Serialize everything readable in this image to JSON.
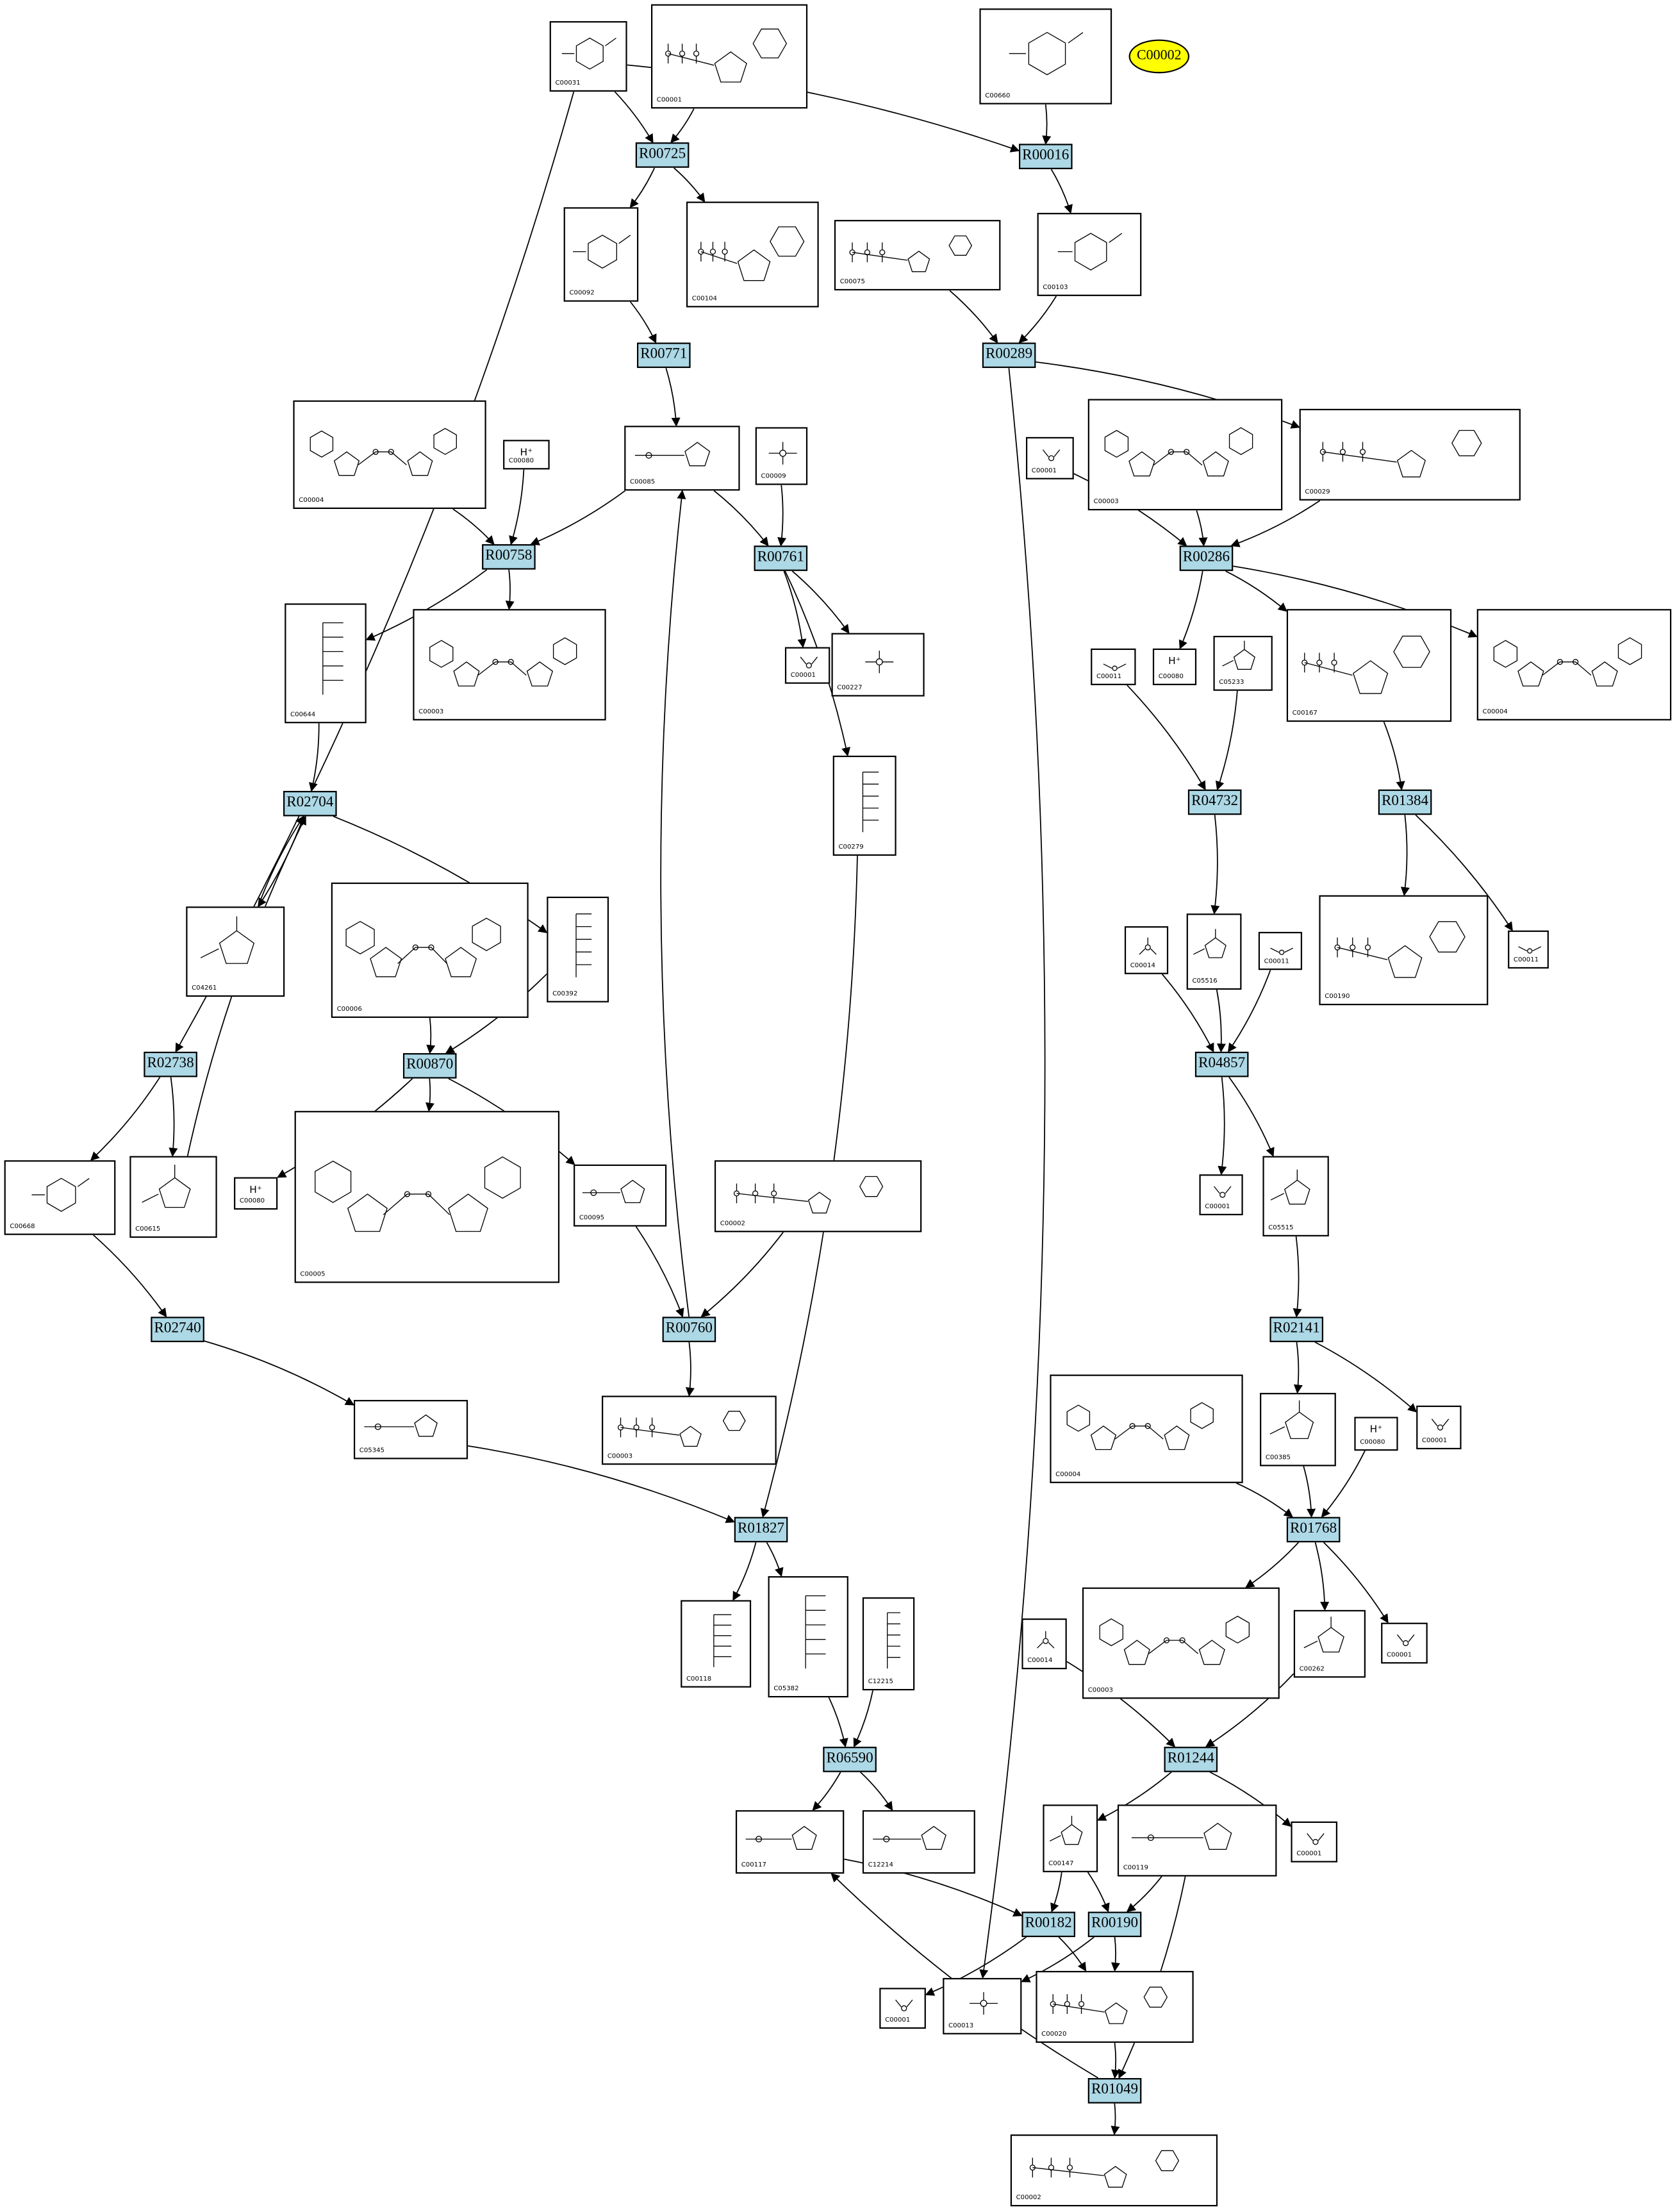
{
  "colors": {
    "reaction_fill": "#add8e6",
    "highlight_fill": "#ffff00",
    "edge": "#000000",
    "background": "#ffffff"
  },
  "highlight": {
    "label": "C00002"
  },
  "reactions": [
    {
      "id": "R00725",
      "label": "R00725"
    },
    {
      "id": "R00016",
      "label": "R00016"
    },
    {
      "id": "R00771",
      "label": "R00771"
    },
    {
      "id": "R00289",
      "label": "R00289"
    },
    {
      "id": "R00758",
      "label": "R00758"
    },
    {
      "id": "R00761",
      "label": "R00761"
    },
    {
      "id": "R00286",
      "label": "R00286"
    },
    {
      "id": "R04732",
      "label": "R04732"
    },
    {
      "id": "R01384",
      "label": "R01384"
    },
    {
      "id": "R02704",
      "label": "R02704"
    },
    {
      "id": "R02738",
      "label": "R02738"
    },
    {
      "id": "R00870",
      "label": "R00870"
    },
    {
      "id": "R04857",
      "label": "R04857"
    },
    {
      "id": "R02740",
      "label": "R02740"
    },
    {
      "id": "R00760",
      "label": "R00760"
    },
    {
      "id": "R02141",
      "label": "R02141"
    },
    {
      "id": "R01827",
      "label": "R01827"
    },
    {
      "id": "R01768",
      "label": "R01768"
    },
    {
      "id": "R06590",
      "label": "R06590"
    },
    {
      "id": "R01244",
      "label": "R01244"
    },
    {
      "id": "R00182",
      "label": "R00182"
    },
    {
      "id": "R00190",
      "label": "R00190"
    },
    {
      "id": "R01049",
      "label": "R01049"
    }
  ],
  "compounds": [
    {
      "id": "c00031",
      "label": "C00031",
      "kind": "hexose"
    },
    {
      "id": "c00001a",
      "label": "C00001",
      "kind": "nucleotide"
    },
    {
      "id": "c00660",
      "label": "C00660",
      "kind": "hexose"
    },
    {
      "id": "c00092",
      "label": "C00092",
      "kind": "hexose"
    },
    {
      "id": "c00104",
      "label": "C00104",
      "kind": "nucleotide"
    },
    {
      "id": "c00075",
      "label": "C00075",
      "kind": "nucleotide"
    },
    {
      "id": "c00103",
      "label": "C00103",
      "kind": "hexose"
    },
    {
      "id": "c00004a",
      "label": "C00004",
      "kind": "dinucleotide"
    },
    {
      "id": "c00080a",
      "label": "C00080",
      "kind": "proton",
      "tag": "H⁺"
    },
    {
      "id": "c00085",
      "label": "C00085",
      "kind": "pentose"
    },
    {
      "id": "c00009",
      "label": "C00009",
      "kind": "phosphate"
    },
    {
      "id": "c00001b",
      "label": "C00001",
      "kind": "water"
    },
    {
      "id": "c00003a",
      "label": "C00003",
      "kind": "dinucleotide"
    },
    {
      "id": "c00029",
      "label": "C00029",
      "kind": "nucleotide"
    },
    {
      "id": "c00644",
      "label": "C00644",
      "kind": "chain"
    },
    {
      "id": "c00003b",
      "label": "C00003",
      "kind": "dinucleotide"
    },
    {
      "id": "c00001c",
      "label": "C00001",
      "kind": "water"
    },
    {
      "id": "c00227",
      "label": "C00227",
      "kind": "phosphate"
    },
    {
      "id": "c00011a",
      "label": "C00011",
      "kind": "co2"
    },
    {
      "id": "c00080b",
      "label": "C00080",
      "kind": "proton",
      "tag": "H⁺"
    },
    {
      "id": "c05233",
      "label": "C05233",
      "kind": "ring"
    },
    {
      "id": "c00167",
      "label": "C00167",
      "kind": "nucleotide"
    },
    {
      "id": "c00004b",
      "label": "C00004",
      "kind": "dinucleotide"
    },
    {
      "id": "c00279",
      "label": "C00279",
      "kind": "chain"
    },
    {
      "id": "c04261",
      "label": "C04261",
      "kind": "ring"
    },
    {
      "id": "c00006",
      "label": "C00006",
      "kind": "dinucleotide"
    },
    {
      "id": "c00392",
      "label": "C00392",
      "kind": "chain"
    },
    {
      "id": "c00190",
      "label": "C00190",
      "kind": "nucleotide"
    },
    {
      "id": "c00011b",
      "label": "C00011",
      "kind": "co2"
    },
    {
      "id": "c00014a",
      "label": "C00014",
      "kind": "ammonia"
    },
    {
      "id": "c05516",
      "label": "C05516",
      "kind": "ring"
    },
    {
      "id": "c00011c",
      "label": "C00011",
      "kind": "co2"
    },
    {
      "id": "c00668",
      "label": "C00668",
      "kind": "hexose"
    },
    {
      "id": "c00615",
      "label": "C00615",
      "kind": "ring"
    },
    {
      "id": "c00080c",
      "label": "C00080",
      "kind": "proton",
      "tag": "H⁺"
    },
    {
      "id": "c00005",
      "label": "C00005",
      "kind": "dinucleotide"
    },
    {
      "id": "c00095",
      "label": "C00095",
      "kind": "pentose"
    },
    {
      "id": "c00002a",
      "label": "C00002",
      "kind": "nucleotide"
    },
    {
      "id": "c00001d",
      "label": "C00001",
      "kind": "water"
    },
    {
      "id": "c05515",
      "label": "C05515",
      "kind": "ring"
    },
    {
      "id": "c05345",
      "label": "C05345",
      "kind": "pentose"
    },
    {
      "id": "c00003c",
      "label": "C00003",
      "kind": "nucleotide"
    },
    {
      "id": "c00004c",
      "label": "C00004",
      "kind": "dinucleotide"
    },
    {
      "id": "c00385",
      "label": "C00385",
      "kind": "ring"
    },
    {
      "id": "c00080d",
      "label": "C00080",
      "kind": "proton",
      "tag": "H⁺"
    },
    {
      "id": "c00001e",
      "label": "C00001",
      "kind": "water"
    },
    {
      "id": "c00118",
      "label": "C00118",
      "kind": "chain"
    },
    {
      "id": "c05382",
      "label": "C05382",
      "kind": "chain"
    },
    {
      "id": "c12215",
      "label": "C12215",
      "kind": "chain"
    },
    {
      "id": "c00014b",
      "label": "C00014",
      "kind": "ammonia"
    },
    {
      "id": "c00003d",
      "label": "C00003",
      "kind": "dinucleotide"
    },
    {
      "id": "c00262",
      "label": "C00262",
      "kind": "ring"
    },
    {
      "id": "c00001f",
      "label": "C00001",
      "kind": "water"
    },
    {
      "id": "c00117",
      "label": "C00117",
      "kind": "pentose"
    },
    {
      "id": "c12214",
      "label": "C12214",
      "kind": "pentose"
    },
    {
      "id": "c00147",
      "label": "C00147",
      "kind": "ring"
    },
    {
      "id": "c00119",
      "label": "C00119",
      "kind": "pentose"
    },
    {
      "id": "c00001g",
      "label": "C00001",
      "kind": "water"
    },
    {
      "id": "c00001h",
      "label": "C00001",
      "kind": "water"
    },
    {
      "id": "c00013",
      "label": "C00013",
      "kind": "phosphate"
    },
    {
      "id": "c00020",
      "label": "C00020",
      "kind": "nucleotide"
    },
    {
      "id": "c00002b",
      "label": "C00002",
      "kind": "nucleotide"
    }
  ],
  "edges": [
    [
      "c00031",
      "R00725"
    ],
    [
      "c00031",
      "R00016"
    ],
    [
      "c00031",
      "R02738"
    ],
    [
      "c00001a",
      "R00725"
    ],
    [
      "R00725",
      "c00092"
    ],
    [
      "R00725",
      "c00104"
    ],
    [
      "c00660",
      "R00016"
    ],
    [
      "R00016",
      "c00103"
    ],
    [
      "c00092",
      "R00771"
    ],
    [
      "R00771",
      "c00085"
    ],
    [
      "c00075",
      "R00289"
    ],
    [
      "c00103",
      "R00289"
    ],
    [
      "R00289",
      "c00029"
    ],
    [
      "R00289",
      "c00013"
    ],
    [
      "c00004a",
      "R00758"
    ],
    [
      "c00080a",
      "R00758"
    ],
    [
      "c00085",
      "R00758"
    ],
    [
      "R00758",
      "c00644"
    ],
    [
      "R00758",
      "c00003b"
    ],
    [
      "c00085",
      "R00761"
    ],
    [
      "c00009",
      "R00761"
    ],
    [
      "R00761",
      "c00001c"
    ],
    [
      "R00761",
      "c00227"
    ],
    [
      "R00761",
      "c00279"
    ],
    [
      "c00001b",
      "R00286"
    ],
    [
      "c00003a",
      "R00286"
    ],
    [
      "c00029",
      "R00286"
    ],
    [
      "R00286",
      "c00080b"
    ],
    [
      "R00286",
      "c00167"
    ],
    [
      "R00286",
      "c00004b"
    ],
    [
      "c00011a",
      "R04732"
    ],
    [
      "c05233",
      "R04732"
    ],
    [
      "R04732",
      "c05516"
    ],
    [
      "c00167",
      "R01384"
    ],
    [
      "R01384",
      "c00190"
    ],
    [
      "R01384",
      "c00011b"
    ],
    [
      "c00644",
      "R02704"
    ],
    [
      "c04261",
      "R02704"
    ],
    [
      "R02704",
      "c00392"
    ],
    [
      "R02704",
      "c04261"
    ],
    [
      "c00615",
      "R02704"
    ],
    [
      "R02738",
      "c00668"
    ],
    [
      "R02738",
      "c00615"
    ],
    [
      "c00006",
      "R00870"
    ],
    [
      "c00392",
      "R00870"
    ],
    [
      "R00870",
      "c00080c"
    ],
    [
      "R00870",
      "c00005"
    ],
    [
      "R00870",
      "c00095"
    ],
    [
      "c00014a",
      "R04857"
    ],
    [
      "c05516",
      "R04857"
    ],
    [
      "c00011c",
      "R04857"
    ],
    [
      "R04857",
      "c00001d"
    ],
    [
      "R04857",
      "c05515"
    ],
    [
      "c00668",
      "R02740"
    ],
    [
      "R02740",
      "c05345"
    ],
    [
      "c00095",
      "R00760"
    ],
    [
      "c00002a",
      "R00760"
    ],
    [
      "R00760",
      "c00085"
    ],
    [
      "R00760",
      "c00003c"
    ],
    [
      "c05515",
      "R02141"
    ],
    [
      "R02141",
      "c00385"
    ],
    [
      "R02141",
      "c00001e"
    ],
    [
      "c05345",
      "R01827"
    ],
    [
      "c00279",
      "R01827"
    ],
    [
      "R01827",
      "c00118"
    ],
    [
      "R01827",
      "c05382"
    ],
    [
      "c00004c",
      "R01768"
    ],
    [
      "c00385",
      "R01768"
    ],
    [
      "c00080d",
      "R01768"
    ],
    [
      "R01768",
      "c00003d"
    ],
    [
      "R01768",
      "c00262"
    ],
    [
      "R01768",
      "c00001f"
    ],
    [
      "c05382",
      "R06590"
    ],
    [
      "c12215",
      "R06590"
    ],
    [
      "R06590",
      "c00117"
    ],
    [
      "R06590",
      "c12214"
    ],
    [
      "c00014b",
      "R01244"
    ],
    [
      "c00262",
      "R01244"
    ],
    [
      "R01244",
      "c00147"
    ],
    [
      "R01244",
      "c00001g"
    ],
    [
      "c00117",
      "R00182"
    ],
    [
      "c00147",
      "R00182"
    ],
    [
      "c00147",
      "R00190"
    ],
    [
      "c00119",
      "R00190"
    ],
    [
      "R00182",
      "c00001h"
    ],
    [
      "R00182",
      "c00020"
    ],
    [
      "R00190",
      "c00013"
    ],
    [
      "R00190",
      "c00020"
    ],
    [
      "c00020",
      "R01049"
    ],
    [
      "c00119",
      "R01049"
    ],
    [
      "R01049",
      "c00117"
    ],
    [
      "R01049",
      "c00002b"
    ]
  ]
}
